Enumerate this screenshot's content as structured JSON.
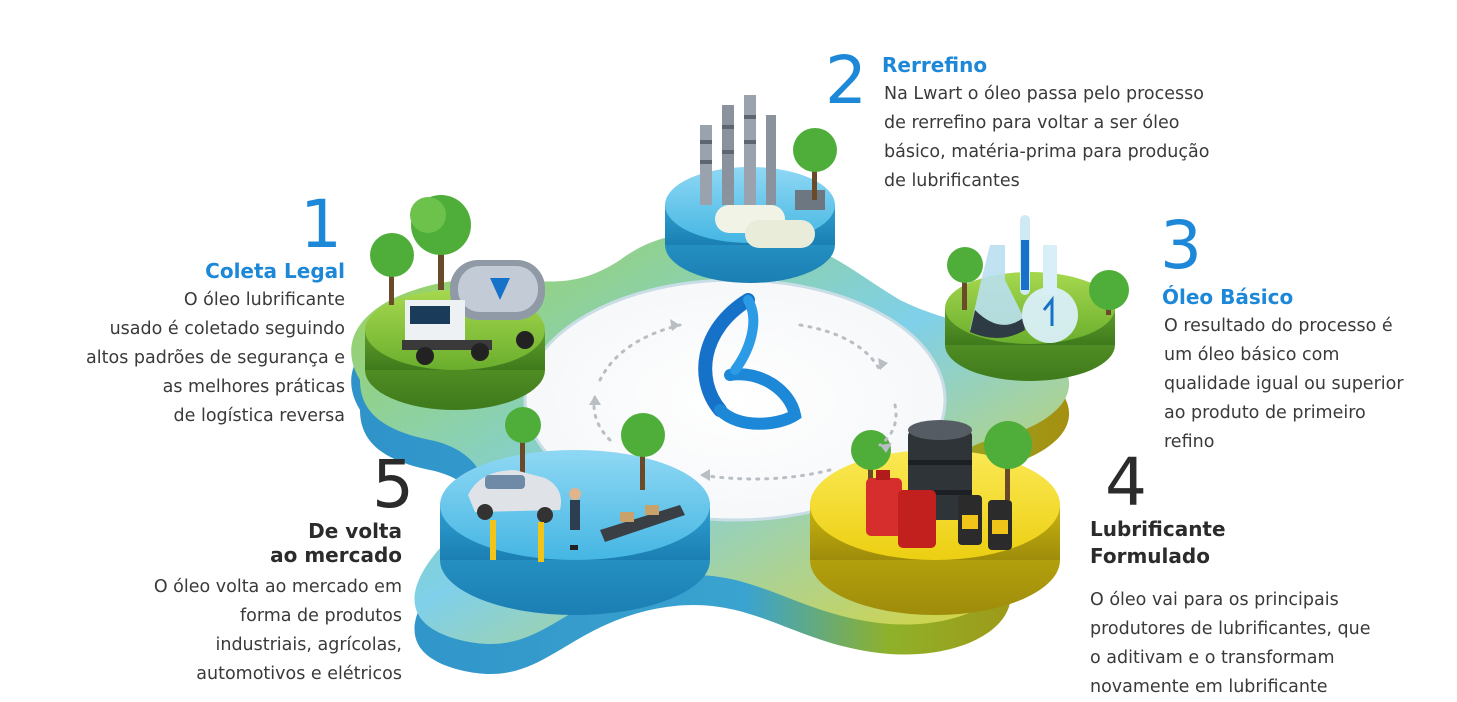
{
  "colors": {
    "accent_blue": "#1e88d8",
    "green_platform": "#7cbf3a",
    "blue_platform": "#5bc0e6",
    "yellow_platform": "#f2dc1c",
    "logo_blue": "#1672c9"
  },
  "steps": [
    {
      "number": "1",
      "title": "Coleta Legal",
      "lines": [
        "O óleo lubrificante",
        "usado é coletado seguindo",
        "altos padrões de segurança e",
        "as melhores práticas",
        "de logística reversa"
      ]
    },
    {
      "number": "2",
      "title": "Rerrefino",
      "lines": [
        "Na Lwart o óleo passa pelo processo",
        "de rerrefino para voltar a ser óleo",
        "básico, matéria-prima para produção",
        "de lubrificantes"
      ]
    },
    {
      "number": "3",
      "title": "Óleo Básico",
      "lines": [
        "O resultado do processo é",
        "um óleo básico com",
        "qualidade igual ou superior",
        "ao produto de primeiro",
        "refino"
      ]
    },
    {
      "number": "4",
      "title_lines": [
        "Lubrificante",
        "Formulado"
      ],
      "lines": [
        "O óleo vai para os principais",
        "produtores de lubrificantes, que",
        "o aditivam e o transformam",
        "novamente em lubrificante"
      ]
    },
    {
      "number": "5",
      "title_lines": [
        "De volta",
        "ao mercado"
      ],
      "lines": [
        "O óleo volta ao mercado em",
        "forma de produtos",
        "industriais, agrícolas,",
        "automotivos e elétricos"
      ]
    }
  ],
  "icons": [
    "tanker-truck-icon",
    "refinery-icon",
    "flask-icon",
    "oil-barrel-icon",
    "jerrycan-icon",
    "car-lift-icon",
    "tree-icon",
    "lwart-logo-icon",
    "cycle-arrow-icon"
  ]
}
